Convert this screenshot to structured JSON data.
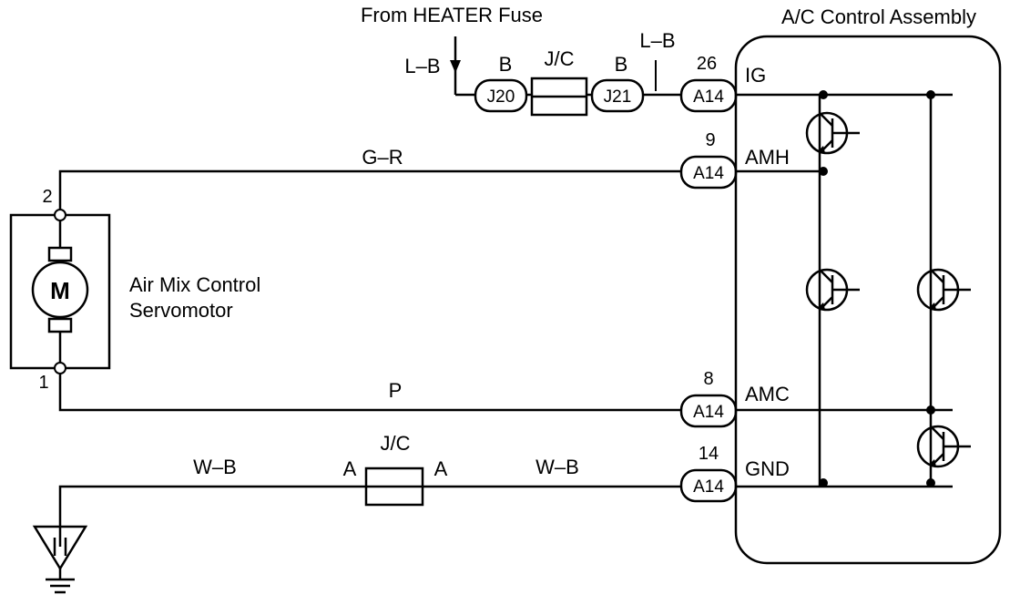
{
  "top_label": "From HEATER Fuse",
  "ecu": {
    "title": "A/C Control Assembly",
    "terminals": {
      "ig": "IG",
      "amh": "AMH",
      "amc": "AMC",
      "gnd": "GND"
    }
  },
  "servo": {
    "line1": "Air Mix Control",
    "line2": "Servomotor",
    "motor_symbol": "M",
    "pin_2": "2",
    "pin_1": "1"
  },
  "connectors": {
    "j20": "J20",
    "j21": "J21",
    "a14": "A14",
    "jc_top": "J/C",
    "jc_bottom": "J/C"
  },
  "pin_numbers": {
    "ig": "26",
    "amh": "9",
    "amc": "8",
    "gnd": "14"
  },
  "wire_colors": {
    "feed": "L–B",
    "ig_wire": "L–B",
    "amh_wire": "G–R",
    "amc_wire": "P",
    "gnd_left": "W–B",
    "gnd_right": "W–B",
    "j20_side": "B",
    "j21_side": "B",
    "jc_a_left": "A",
    "jc_a_right": "A"
  }
}
